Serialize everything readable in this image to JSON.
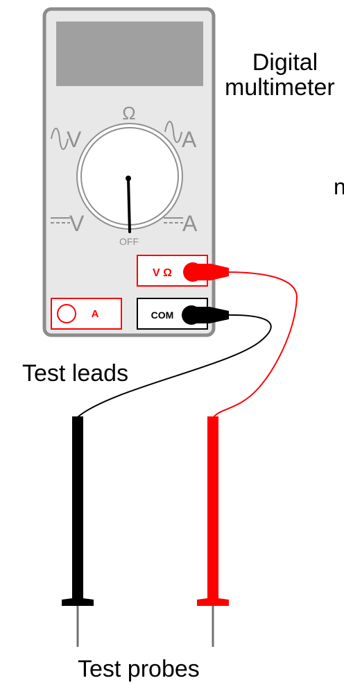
{
  "labels": {
    "title_line1": "Digital",
    "title_line2": "multimeter",
    "stray_letter": "n",
    "test_leads": "Test leads",
    "test_probes": "Test probes"
  },
  "dial": {
    "ohm": "Ω",
    "ac_volts": "V",
    "ac_amps": "A",
    "dc_volts": "V",
    "dc_amps": "A",
    "off": "OFF"
  },
  "jacks": {
    "volt_ohm": "V Ω",
    "com": "COM",
    "amps": "A"
  },
  "colors": {
    "meter_body": "#e8e8e8",
    "meter_outline": "#8c8c8c",
    "display": "#a0a0a0",
    "dial_markings": "#909090",
    "red_lead": "#ff0000",
    "black_lead": "#000000",
    "probe_tip": "#707070"
  },
  "icons": {
    "ac_symbol": "sine-wave-icon",
    "dc_symbol": "dc-lines-icon",
    "jack": "circle-jack-icon"
  }
}
